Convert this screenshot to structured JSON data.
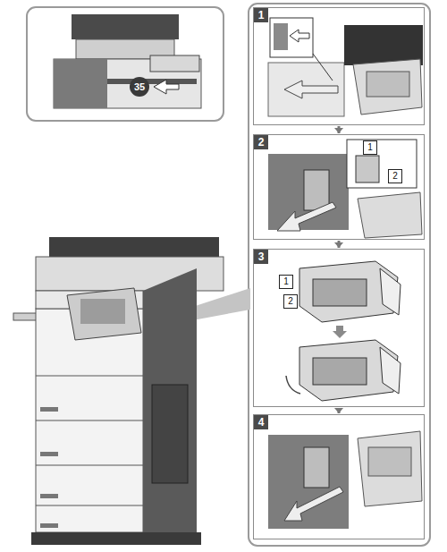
{
  "diagram": {
    "nodes": [
      {
        "text": [
          "35"
        ]
      },
      {
        "text": [
          "1"
        ]
      },
      {
        "text": [
          "2"
        ]
      },
      {
        "text": [
          "1"
        ],
        "in": 2
      },
      {
        "text": [
          "2"
        ],
        "in": 2
      },
      {
        "text": [
          "3"
        ]
      },
      {
        "text": [
          "1"
        ],
        "in": 5
      },
      {
        "text": [
          "2"
        ],
        "in": 5
      },
      {
        "text": [
          "4"
        ]
      }
    ],
    "edges": [
      {
        "from": 1,
        "to": 2,
        "arrow": "to"
      },
      {
        "from": 2,
        "to": 5,
        "arrow": "to"
      },
      {
        "from": 5,
        "to": 8,
        "arrow": "to"
      }
    ]
  }
}
